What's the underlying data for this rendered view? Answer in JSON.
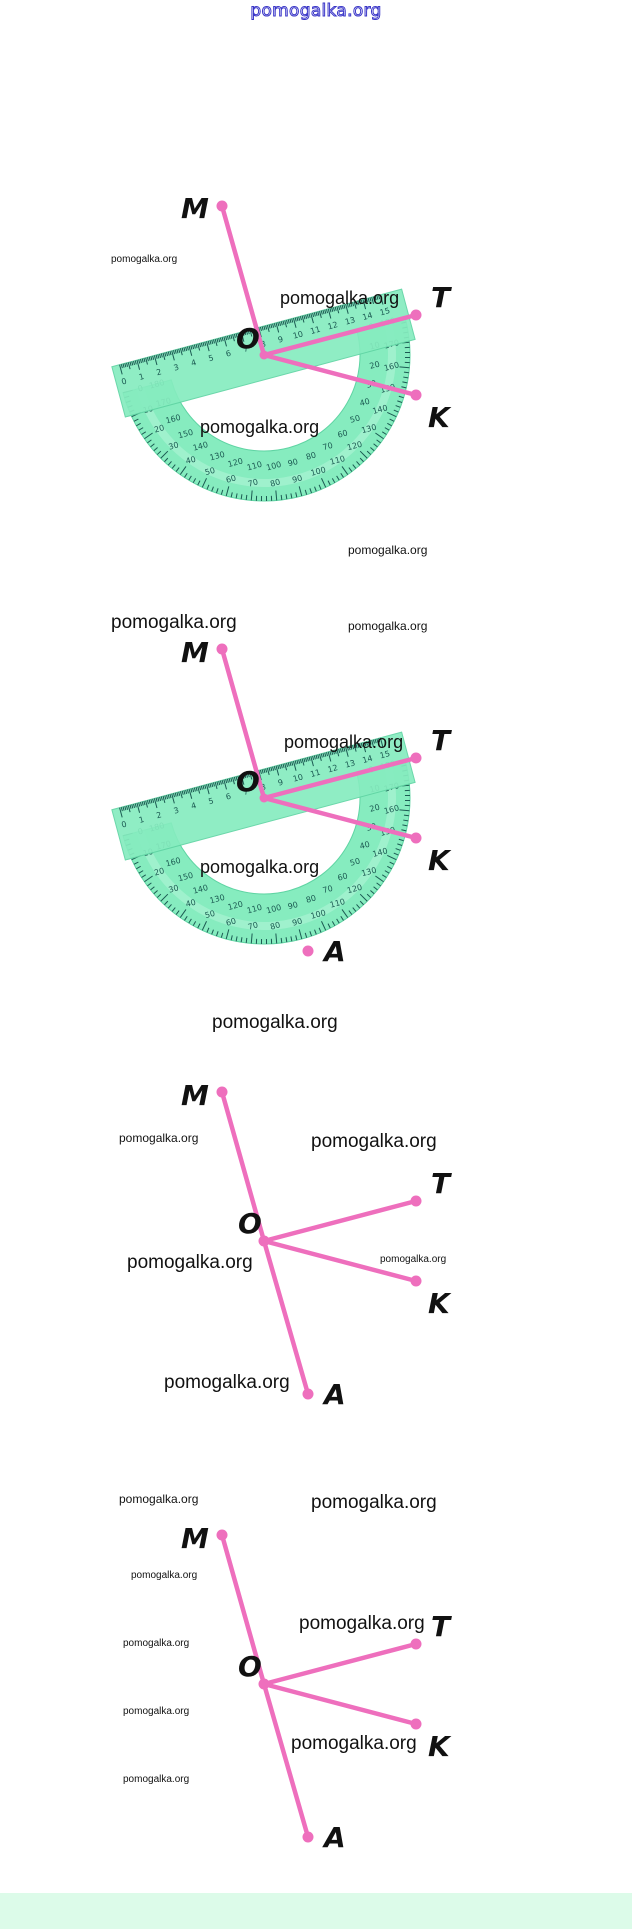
{
  "site": {
    "logo_text": "pomogalka.org"
  },
  "colors": {
    "ray": "#ee6fbd",
    "protractor": "#86ecbf",
    "logo_outline": "#3a36c8",
    "footer": "#dcfbe9"
  },
  "points": {
    "M": "M",
    "O": "O",
    "T": "T",
    "K": "K",
    "A": "A"
  },
  "ruler_numbers": [
    "0",
    "1",
    "2",
    "3",
    "4",
    "5",
    "6",
    "7",
    "8",
    "9",
    "10",
    "11",
    "12",
    "13",
    "14",
    "15"
  ],
  "protractor_outer_numbers": [
    "0",
    "10",
    "20",
    "30",
    "40",
    "50",
    "60",
    "70",
    "80",
    "90",
    "100",
    "110",
    "120",
    "130",
    "140",
    "150",
    "160",
    "170",
    "180"
  ],
  "protractor_inner_numbers": [
    "180",
    "170",
    "160",
    "150",
    "140",
    "130",
    "120",
    "110",
    "100",
    "90",
    "80",
    "70",
    "60",
    "50",
    "40",
    "30",
    "20",
    "10",
    "0"
  ],
  "watermarks": {
    "fig1_top_left": "pomogalka.org",
    "fig1_top_right": "pomogalka.org",
    "fig1_center": "pomogalka.org",
    "fig1_bottom_right": "pomogalka.org",
    "fig2_top_left": "pomogalka.org",
    "fig2_top_right": "pomogalka.org",
    "fig2_upper": "pomogalka.org",
    "fig2_center": "pomogalka.org",
    "fig3_top": "pomogalka.org",
    "fig3_left": "pomogalka.org",
    "fig3_right": "pomogalka.org",
    "fig3_center": "pomogalka.org",
    "fig3_small_right": "pomogalka.org",
    "fig3_bottom": "pomogalka.org",
    "fig4_top_left": "pomogalka.org",
    "fig4_top_right": "pomogalka.org",
    "fig4_left_1": "pomogalka.org",
    "fig4_right_1": "pomogalka.org",
    "fig4_left_2": "pomogalka.org",
    "fig4_left_3": "pomogalka.org",
    "fig4_right_2": "pomogalka.org",
    "fig4_left_4": "pomogalka.org"
  }
}
